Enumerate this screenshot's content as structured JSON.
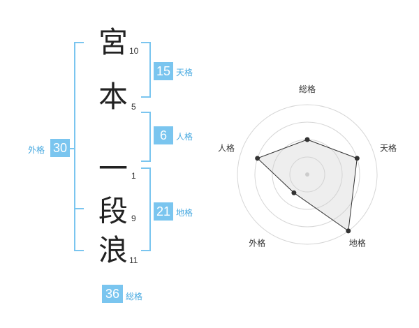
{
  "name": {
    "chars": [
      {
        "char": "宮",
        "strokes": "10"
      },
      {
        "char": "本",
        "strokes": "5"
      },
      {
        "char": "一",
        "strokes": "1"
      },
      {
        "char": "段",
        "strokes": "9"
      },
      {
        "char": "浪",
        "strokes": "11"
      }
    ]
  },
  "fortune": {
    "tenkaku": {
      "value": "15",
      "label": "天格"
    },
    "jinkaku": {
      "value": "6",
      "label": "人格"
    },
    "chikaku": {
      "value": "21",
      "label": "地格"
    },
    "gaikaku": {
      "value": "30",
      "label": "外格"
    },
    "soukaku": {
      "value": "36",
      "label": "総格"
    }
  },
  "colors": {
    "accent": "#7ac5ef",
    "label_text": "#45a8e0"
  },
  "chart_data": {
    "type": "radar",
    "axes": [
      "総格",
      "天格",
      "地格",
      "外格",
      "人格"
    ],
    "range": [
      0,
      4
    ],
    "rings": 4,
    "values": [
      2,
      3,
      4,
      1.3,
      3
    ]
  }
}
